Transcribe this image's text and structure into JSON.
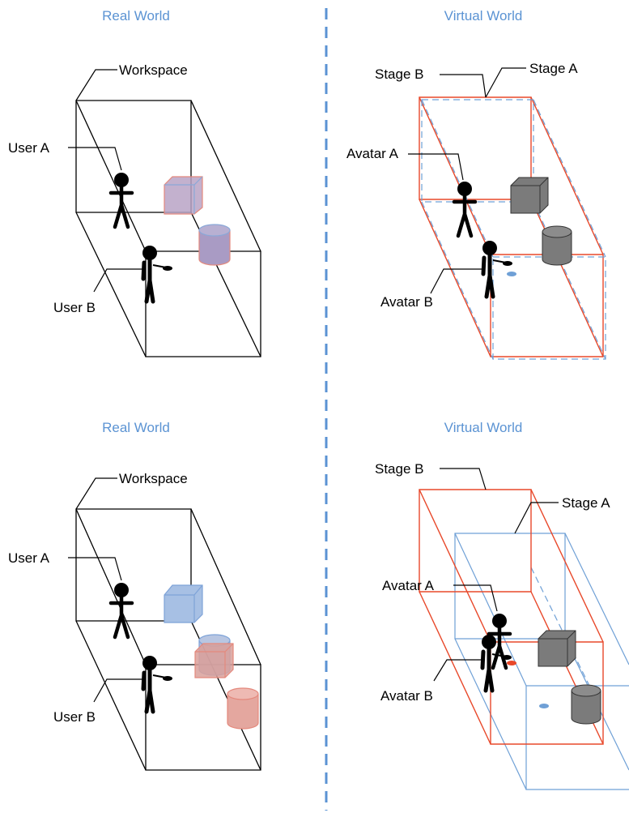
{
  "panels": {
    "top_left_title": "Real World",
    "top_right_title": "Virtual World",
    "bottom_left_title": "Real World",
    "bottom_right_title": "Virtual World"
  },
  "labels": {
    "workspace": "Workspace",
    "user_a": "User A",
    "user_b": "User B",
    "stage_a": "Stage A",
    "stage_b": "Stage B",
    "avatar_a": "Avatar A",
    "avatar_b": "Avatar B"
  },
  "colors": {
    "title": "#5b93d3",
    "divider": "#5b93d3",
    "stage_a": "#6fa0d6",
    "stage_b": "#e8482a",
    "object_blue": "#a7c0e4",
    "object_red": "#e4a79f",
    "virtual_object": "#7a7a7a"
  }
}
